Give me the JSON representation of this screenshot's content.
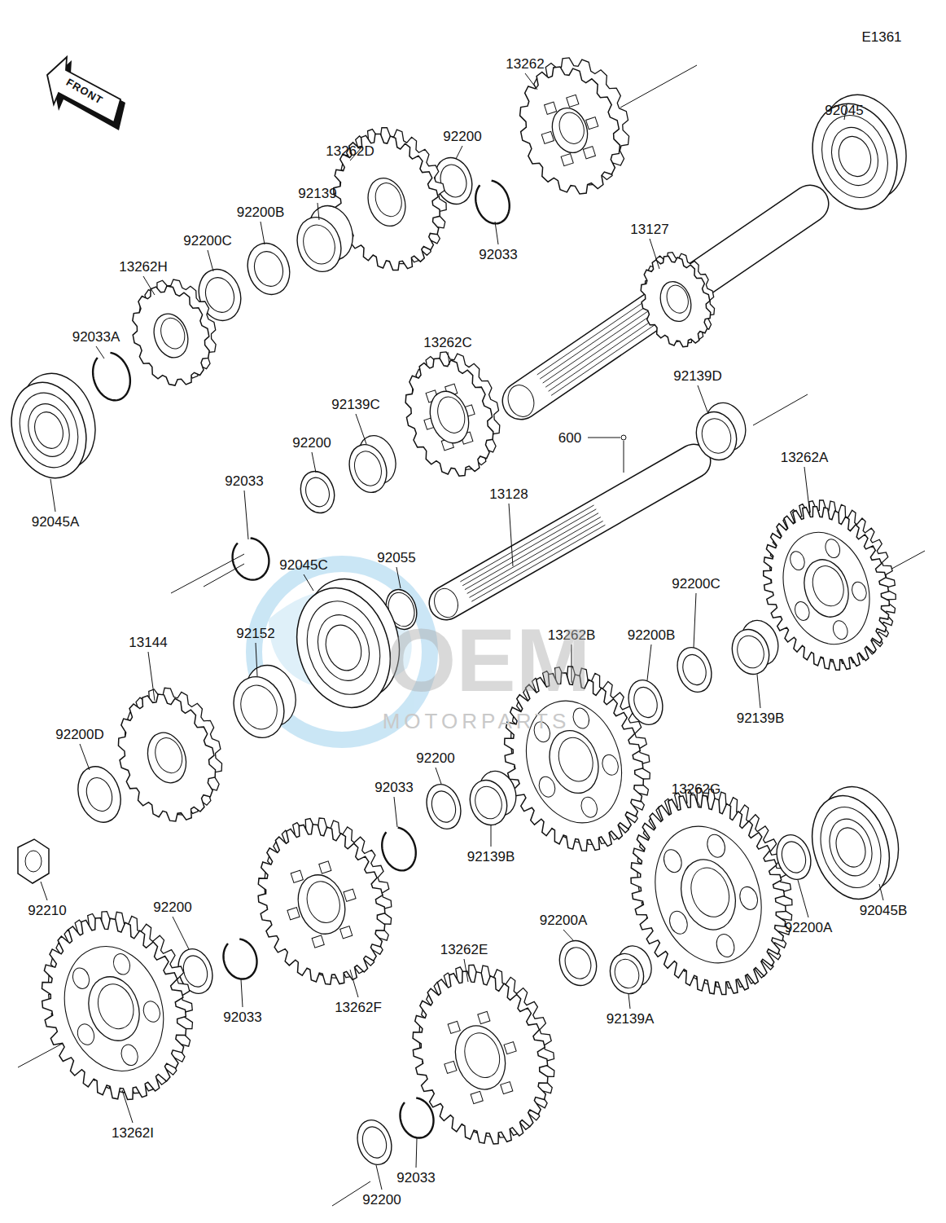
{
  "diagram": {
    "labels": [
      "E1361",
      "FRONT",
      "13262",
      "92045",
      "13262D",
      "92200",
      "92139",
      "92200B",
      "92200C",
      "13127",
      "92033",
      "13262H",
      "92033A",
      "13262C",
      "92139C",
      "92139D",
      "92200",
      "600",
      "13262A",
      "13128",
      "92033",
      "92045A",
      "92055",
      "92045C",
      "92152",
      "13144",
      "13262B",
      "92200B",
      "92200C",
      "92139B",
      "92200D",
      "92200",
      "92033",
      "13262G",
      "92210",
      "92139B",
      "92200",
      "92200A",
      "92045B",
      "13262E",
      "92200A",
      "92033",
      "13262F",
      "92139A",
      "13262I",
      "92033",
      "92200",
      "MOTORPARTS",
      "OEM"
    ]
  }
}
